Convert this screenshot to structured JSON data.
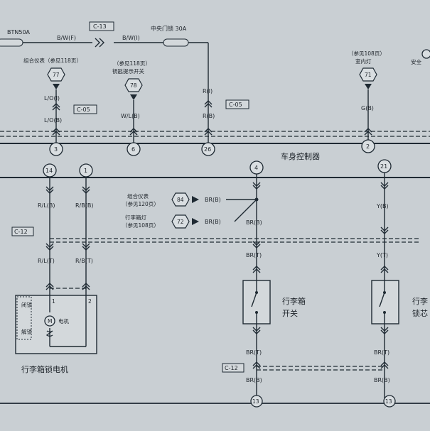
{
  "top": {
    "fuse1": "BTN50A",
    "wire_bw_f": "B/W(F)",
    "conn_c13": "C-13",
    "wire_bw_i": "B/W(I)",
    "fuse2": "中央门锁  30A"
  },
  "refs": {
    "instr_cluster": "组合仪表（参见118页）",
    "key_switch_ref": "（参见118页）",
    "key_switch": "钥匙提示开关",
    "interior_ref": "（参见108页）",
    "interior_lamp": "室内灯",
    "edge_text": "安全",
    "cluster2_name": "组合仪表",
    "cluster2_ref": "（参见120页）",
    "trunk_lamp_name": "行李箱灯",
    "trunk_lamp_ref": "（参见108页）"
  },
  "hex_ids": {
    "h77": "77",
    "h78": "78",
    "h71": "71",
    "h84": "84",
    "h72": "72"
  },
  "wires": {
    "lo_i": "L/O(I)",
    "lo_b": "L/O(B)",
    "wl_b": "W/L(B)",
    "r_i": "R(I)",
    "r_b": "R(B)",
    "g_b": "G(B)",
    "rl_b": "R/L(B)",
    "rb_b": "R/B(B)",
    "rl_t": "R/L(T)",
    "rb_t": "R/B(T)",
    "br_b1": "BR(B)",
    "br_b2": "BR(B)",
    "br_b3": "BR(B)",
    "br_t1": "BR(T)",
    "br_t2": "BR(T)",
    "br_b4": "BR(B)",
    "y_b": "Y(B)",
    "y_t": "Y(T)",
    "br_t3": "BR(T)",
    "br_b5": "BR(B)"
  },
  "connectors": {
    "c05a": "C-05",
    "c05b": "C-05",
    "c12a": "C-12",
    "c12b": "C-12"
  },
  "pins": {
    "p3": "3",
    "p6": "6",
    "p26": "26",
    "p2": "2",
    "p14": "14",
    "p1": "1",
    "p4": "4",
    "p21": "21",
    "m1": "1",
    "m2": "2",
    "g1": "13",
    "g2": "13"
  },
  "bcm": "车身控制器",
  "motor": {
    "lock": "闭锁",
    "unlock": "解锁",
    "motor_label": "电机",
    "m_symbol": "M",
    "title": "行李箱锁电机"
  },
  "switch1": {
    "line1": "行李箱",
    "line2": "开关"
  },
  "switch2": {
    "line1": "行李",
    "line2": "锁芯"
  }
}
